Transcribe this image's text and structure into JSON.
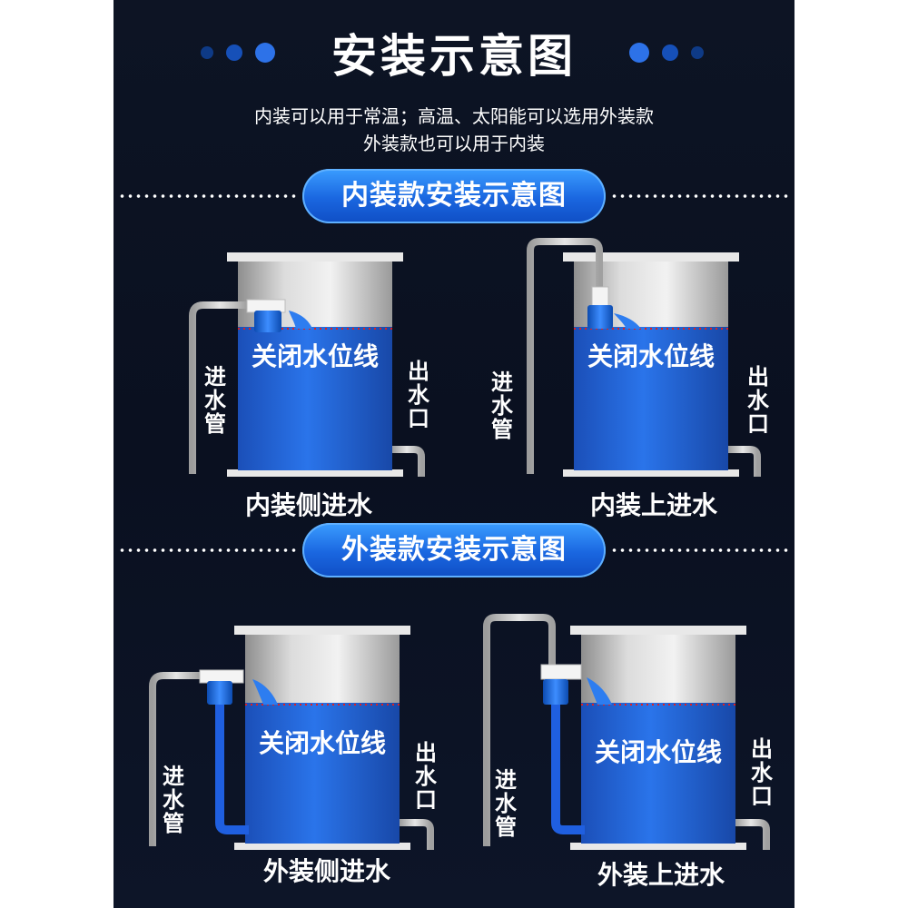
{
  "title": "安装示意图",
  "subtitle_line1": "内装可以用于常温；高温、太阳能可以选用外装款",
  "subtitle_line2": "外装款也可以用于内装",
  "section_internal": "内装款安装示意图",
  "section_external": "外装款安装示意图",
  "water_level_label": "关闭水位线",
  "inlet_label": "进水管",
  "outlet_label": "出水口",
  "captions": {
    "internal_side": "内装侧进水",
    "internal_top": "内装上进水",
    "external_side": "外装侧进水",
    "external_top": "外装上进水"
  },
  "colors": {
    "background": "#0b1222",
    "accent_blue": "#1f67e6",
    "water_blue": "#1e5fd8",
    "pipe_gray": "#c8c8c8",
    "water_line_red": "#e02020"
  }
}
